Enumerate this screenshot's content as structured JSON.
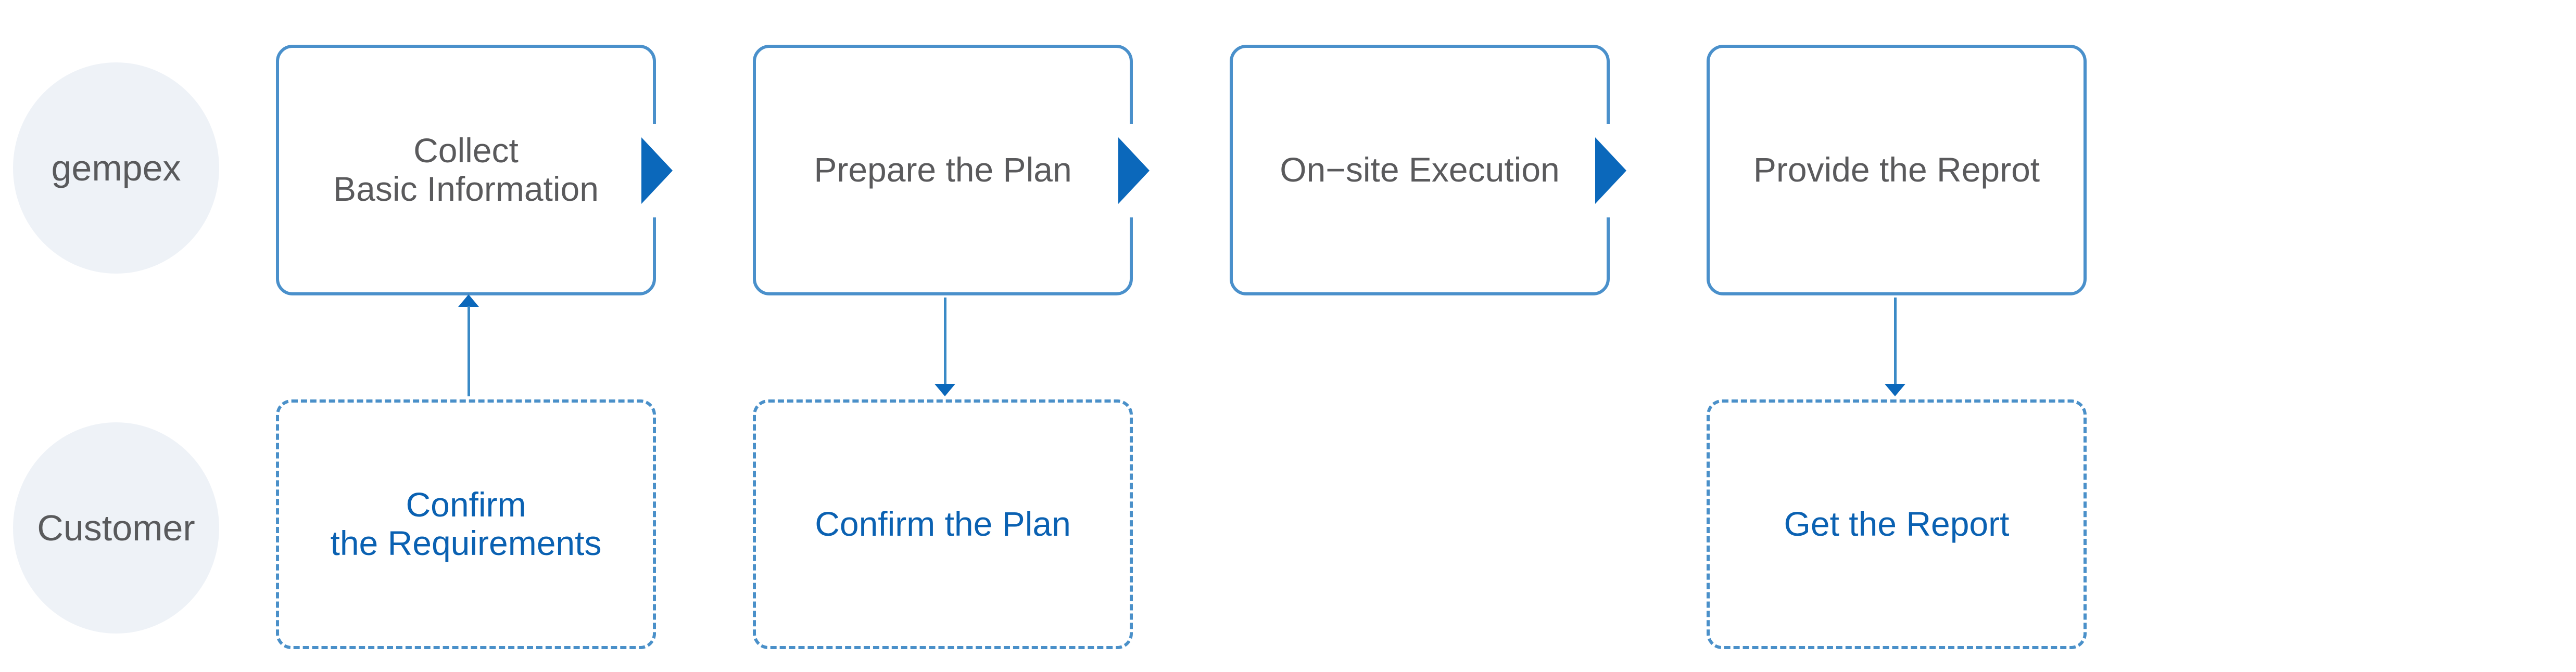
{
  "lanes": {
    "top": "gempex",
    "bottom": "Customer"
  },
  "top_row": [
    {
      "line1": "Collect",
      "line2": "Basic Information"
    },
    {
      "line1": "Prepare the Plan"
    },
    {
      "line1": "On−site Execution"
    },
    {
      "line1": "Provide the Reprot"
    }
  ],
  "bottom_row": [
    {
      "line1": "Confirm",
      "line2": "the Requirements"
    },
    {
      "line1": "Confirm the Plan"
    },
    {
      "line1": "Get the Report"
    }
  ],
  "colors": {
    "box_border": "#4a90cb",
    "dash_border": "#4a90c9",
    "arrow_fill": "#0b68bb",
    "connector_line": "#3a8ac6",
    "step_text": "#5a5a5c",
    "task_text": "#0a61b2",
    "lane_fill": "#eef2f7",
    "lane_text": "#595a5c"
  }
}
